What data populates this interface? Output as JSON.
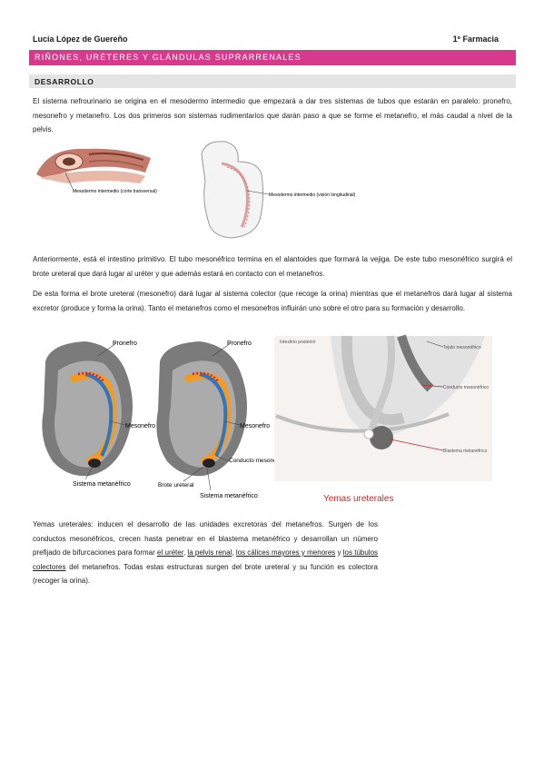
{
  "header": {
    "author": "Lucía López de Guereño",
    "course": "1º Farmacia"
  },
  "section_title": "RIÑONES, URÉTERES Y GLÁNDULAS SUPRARRENALES",
  "subsection_title": "DESARROLLO",
  "paragraphs": {
    "p1": "El sistema nefrourinario se origina en el mesodermo intermedio que empezará a dar tres sistemas de tubos que estarán en paralelo: pronefro, mesonefro y metanefro. Los dos primeros son sistemas rudimentarios que darán paso a que se forme el metanefro, el más caudal a nivel de la pelvis.",
    "p2": "Anteriormente, está el intestino primitivo. El tubo mesonéfrico termina en el alantoides que formará la vejiga. De este tubo mesonéfrico surgirá el brote ureteral que dará lugar al uréter y que además estará en contacto con el metanefros.",
    "p3": "De esta forma el brote ureteral (mesonefro) dará lugar al sistema colector (que recoge la orina) mientras que el metanefros dará lugar al sistema excretor (produce y forma la orina). Tanto el metanefros como el mesonefros influirán uno sobre el otro para su formación y desarrollo.",
    "p4_start": "Yemas ureterales: inducen el desarrollo de las unidades excretoras del metanefros. Surgen de los conductos mesonéfricos, crecen hasta penetrar en el blastema metanéfrico y desarrollan un número prefijado de bifurcaciones para formar ",
    "p4_u1": "el uréter",
    "p4_sep1": ", ",
    "p4_u2": "la pelvis renal",
    "p4_sep2": ", ",
    "p4_u3": "los cálices mayores y menores",
    "p4_sep3": " y ",
    "p4_u4": "los túbulos colectores",
    "p4_end": " del metanefros. Todas estas estructuras surgen del brote ureteral y su función es colectora (recoger la orina)."
  },
  "figure1": {
    "label_transversal": "Mesodermo intermedio (corte transversal)",
    "label_longitudinal": "Mesodermo intermedio (visión longitudinal)"
  },
  "figure2": {
    "left": {
      "pronefro": "Pronefro",
      "mesonefro": "Mesonefro",
      "sistema": "Sistema metanéfrico"
    },
    "middle": {
      "pronefro": "Pronefro",
      "mesonefro": "Mesonefro",
      "conducto": "Conducto mesonéfrico",
      "brote": "Brote ureteral",
      "sistema": "Sistema metanéfrico"
    },
    "right": {
      "intestino": "Intestino posterior",
      "tejido": "Tejido mesonéfrico",
      "conducto": "Conducto mesonéfrico",
      "blastema": "Blastema metanéfrico",
      "caption": "Yemas ureterales"
    }
  },
  "colors": {
    "accent_pink": "#d63a8c",
    "subsection_grey": "#e4e4e4",
    "caption_red": "#c62828"
  }
}
